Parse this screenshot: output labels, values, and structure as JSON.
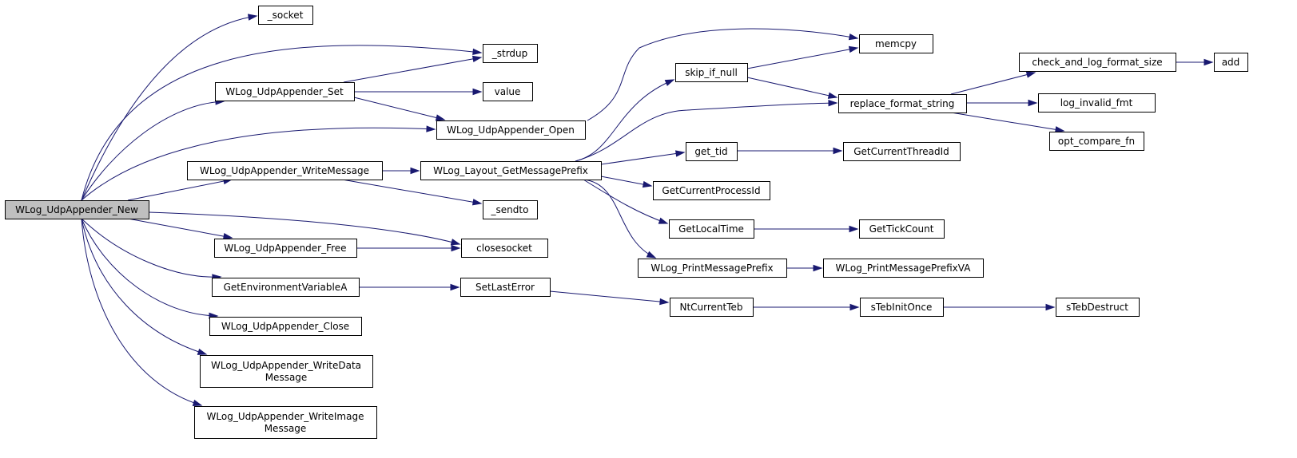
{
  "graph": {
    "title": "",
    "nodes": [
      {
        "id": "new",
        "lines": [
          "WLog_UdpAppender_New"
        ],
        "root": true
      },
      {
        "id": "socket",
        "lines": [
          "_socket"
        ]
      },
      {
        "id": "strdup",
        "lines": [
          "_strdup"
        ]
      },
      {
        "id": "set",
        "lines": [
          "WLog_UdpAppender_Set"
        ]
      },
      {
        "id": "value",
        "lines": [
          "value"
        ]
      },
      {
        "id": "open",
        "lines": [
          "WLog_UdpAppender_Open"
        ]
      },
      {
        "id": "writemsg",
        "lines": [
          "WLog_UdpAppender_WriteMessage"
        ]
      },
      {
        "id": "prefix",
        "lines": [
          "WLog_Layout_GetMessagePrefix"
        ]
      },
      {
        "id": "sendto",
        "lines": [
          "_sendto"
        ]
      },
      {
        "id": "closesocket",
        "lines": [
          "closesocket"
        ]
      },
      {
        "id": "free",
        "lines": [
          "WLog_UdpAppender_Free"
        ]
      },
      {
        "id": "getenv",
        "lines": [
          "GetEnvironmentVariableA"
        ]
      },
      {
        "id": "setlasterror",
        "lines": [
          "SetLastError"
        ]
      },
      {
        "id": "close",
        "lines": [
          "WLog_UdpAppender_Close"
        ]
      },
      {
        "id": "writedata",
        "lines": [
          "WLog_UdpAppender_WriteData",
          "Message"
        ]
      },
      {
        "id": "writeimage",
        "lines": [
          "WLog_UdpAppender_WriteImage",
          "Message"
        ]
      },
      {
        "id": "memcpy",
        "lines": [
          "memcpy"
        ]
      },
      {
        "id": "skipifnull",
        "lines": [
          "skip_if_null"
        ]
      },
      {
        "id": "replacefmt",
        "lines": [
          "replace_format_string"
        ]
      },
      {
        "id": "checklog",
        "lines": [
          "check_and_log_format_size"
        ]
      },
      {
        "id": "add",
        "lines": [
          "add"
        ]
      },
      {
        "id": "loginvalid",
        "lines": [
          "log_invalid_fmt"
        ]
      },
      {
        "id": "optcompare",
        "lines": [
          "opt_compare_fn"
        ]
      },
      {
        "id": "gettid",
        "lines": [
          "get_tid"
        ]
      },
      {
        "id": "getthreadid",
        "lines": [
          "GetCurrentThreadId"
        ]
      },
      {
        "id": "getprocessid",
        "lines": [
          "GetCurrentProcessId"
        ]
      },
      {
        "id": "getlocaltime",
        "lines": [
          "GetLocalTime"
        ]
      },
      {
        "id": "gettickcount",
        "lines": [
          "GetTickCount"
        ]
      },
      {
        "id": "printprefix",
        "lines": [
          "WLog_PrintMessagePrefix"
        ]
      },
      {
        "id": "printprefixva",
        "lines": [
          "WLog_PrintMessagePrefixVA"
        ]
      },
      {
        "id": "ntcurrentteb",
        "lines": [
          "NtCurrentTeb"
        ]
      },
      {
        "id": "stebinitonce",
        "lines": [
          "sTebInitOnce"
        ]
      },
      {
        "id": "stebdestruct",
        "lines": [
          "sTebDestruct"
        ]
      }
    ],
    "edges": [
      {
        "from": "new",
        "to": "socket"
      },
      {
        "from": "new",
        "to": "strdup"
      },
      {
        "from": "new",
        "to": "set"
      },
      {
        "from": "new",
        "to": "open"
      },
      {
        "from": "new",
        "to": "writemsg"
      },
      {
        "from": "new",
        "to": "closesocket"
      },
      {
        "from": "new",
        "to": "free"
      },
      {
        "from": "new",
        "to": "getenv"
      },
      {
        "from": "new",
        "to": "close"
      },
      {
        "from": "new",
        "to": "writedata"
      },
      {
        "from": "new",
        "to": "writeimage"
      },
      {
        "from": "set",
        "to": "strdup"
      },
      {
        "from": "set",
        "to": "value"
      },
      {
        "from": "set",
        "to": "open"
      },
      {
        "from": "open",
        "to": "memcpy"
      },
      {
        "from": "writemsg",
        "to": "prefix"
      },
      {
        "from": "writemsg",
        "to": "sendto"
      },
      {
        "from": "free",
        "to": "closesocket"
      },
      {
        "from": "getenv",
        "to": "setlasterror"
      },
      {
        "from": "setlasterror",
        "to": "ntcurrentteb"
      },
      {
        "from": "prefix",
        "to": "skipifnull"
      },
      {
        "from": "prefix",
        "to": "replacefmt"
      },
      {
        "from": "prefix",
        "to": "gettid"
      },
      {
        "from": "prefix",
        "to": "getprocessid"
      },
      {
        "from": "prefix",
        "to": "getlocaltime"
      },
      {
        "from": "prefix",
        "to": "printprefix"
      },
      {
        "from": "skipifnull",
        "to": "memcpy"
      },
      {
        "from": "skipifnull",
        "to": "replacefmt"
      },
      {
        "from": "replacefmt",
        "to": "checklog"
      },
      {
        "from": "replacefmt",
        "to": "loginvalid"
      },
      {
        "from": "replacefmt",
        "to": "optcompare"
      },
      {
        "from": "checklog",
        "to": "add"
      },
      {
        "from": "gettid",
        "to": "getthreadid"
      },
      {
        "from": "getlocaltime",
        "to": "gettickcount"
      },
      {
        "from": "printprefix",
        "to": "printprefixva"
      },
      {
        "from": "ntcurrentteb",
        "to": "stebinitonce"
      },
      {
        "from": "stebinitonce",
        "to": "stebdestruct"
      }
    ]
  },
  "colors": {
    "edge": "#191970",
    "root_fill": "#bfbfbf",
    "node_fill": "#ffffff",
    "node_stroke": "#000000"
  }
}
